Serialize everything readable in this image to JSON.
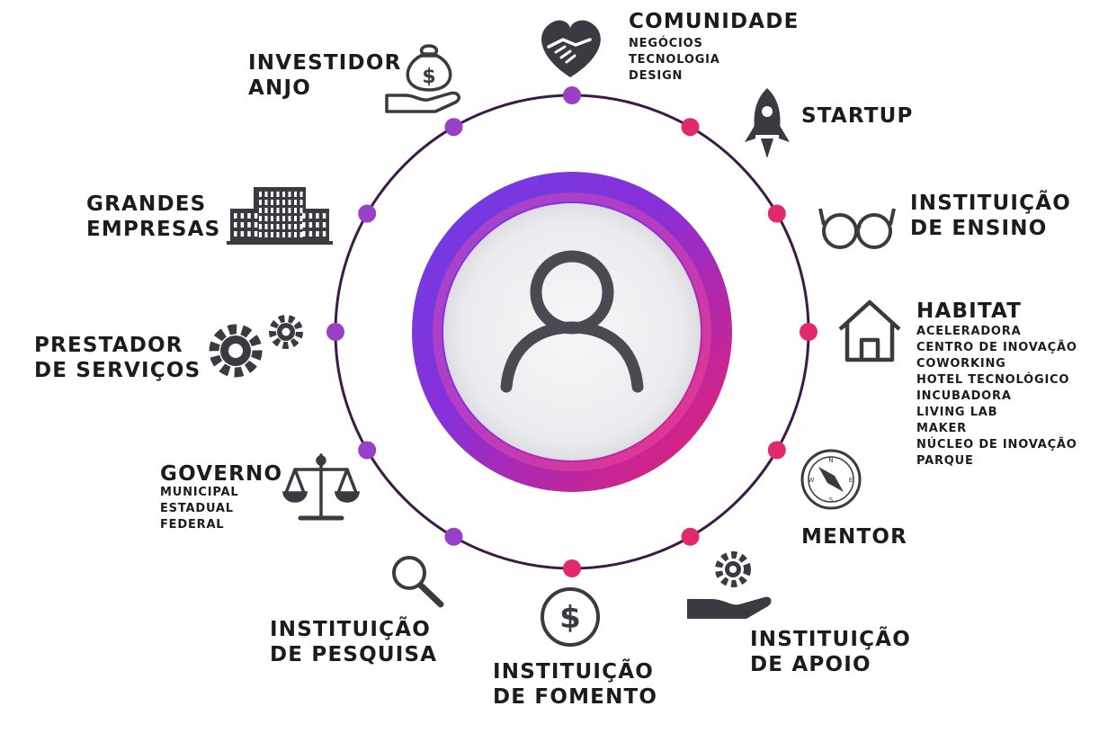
{
  "diagram": {
    "center": {
      "icon": "person-icon"
    },
    "colors": {
      "ring_purple": "#7b3fe0",
      "ring_magenta": "#e8266f",
      "ring_line": "#3b1a4a",
      "dot_purple": "#9a3fc7",
      "dot_magenta": "#e02a6a",
      "text": "#1c1c20",
      "icon": "#2c2c30"
    },
    "nodes": [
      {
        "id": "comunidade",
        "title": [
          "COMUNIDADE"
        ],
        "items": [
          "NEGÓCIOS",
          "TECNOLOGIA",
          "DESIGN"
        ],
        "icon": "heart-handshake-icon"
      },
      {
        "id": "startup",
        "title": [
          "STARTUP"
        ],
        "items": [],
        "icon": "rocket-icon"
      },
      {
        "id": "instituicao-ensino",
        "title": [
          "INSTITUIÇÃO",
          "DE ENSINO"
        ],
        "items": [],
        "icon": "glasses-icon"
      },
      {
        "id": "habitat",
        "title": [
          "HABITAT"
        ],
        "items": [
          "ACELERADORA",
          "CENTRO DE INOVAÇÃO",
          "COWORKING",
          "HOTEL TECNOLÓGICO",
          "INCUBADORA",
          "LIVING LAB",
          "MAKER",
          "NÚCLEO DE INOVAÇÃO",
          "PARQUE"
        ],
        "icon": "house-icon"
      },
      {
        "id": "mentor",
        "title": [
          "MENTOR"
        ],
        "items": [],
        "icon": "compass-icon"
      },
      {
        "id": "instituicao-apoio",
        "title": [
          "INSTITUIÇÃO",
          "DE APOIO"
        ],
        "items": [],
        "icon": "hand-gear-icon"
      },
      {
        "id": "instituicao-fomento",
        "title": [
          "INSTITUIÇÃO",
          "DE FOMENTO"
        ],
        "items": [],
        "icon": "dollar-circle-icon"
      },
      {
        "id": "instituicao-pesquisa",
        "title": [
          "INSTITUIÇÃO",
          "DE PESQUISA"
        ],
        "items": [],
        "icon": "magnifier-icon"
      },
      {
        "id": "governo",
        "title": [
          "GOVERNO"
        ],
        "items": [
          "MUNICIPAL",
          "ESTADUAL",
          "FEDERAL"
        ],
        "icon": "scales-icon"
      },
      {
        "id": "prestador-servicos",
        "title": [
          "PRESTADOR",
          "DE SERVIÇOS"
        ],
        "items": [],
        "icon": "gears-icon"
      },
      {
        "id": "grandes-empresas",
        "title": [
          "GRANDES",
          "EMPRESAS"
        ],
        "items": [],
        "icon": "building-icon"
      },
      {
        "id": "investidor-anjo",
        "title": [
          "INVESTIDOR",
          "ANJO"
        ],
        "items": [],
        "icon": "money-bag-hand-icon"
      }
    ]
  }
}
